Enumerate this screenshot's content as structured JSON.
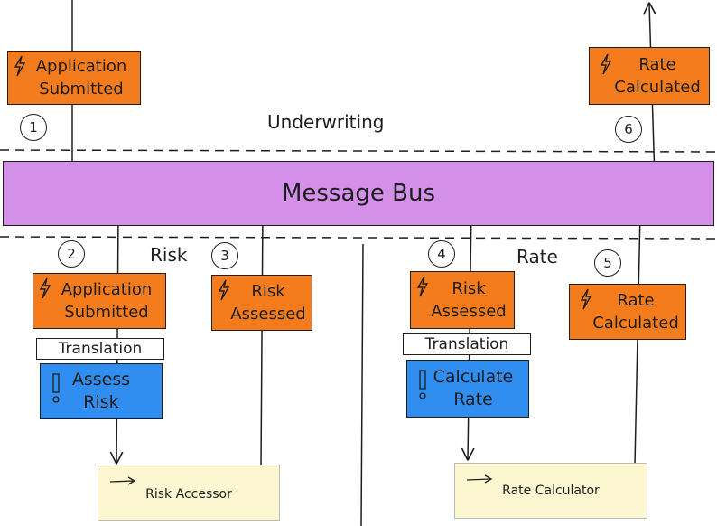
{
  "context_label": "Underwriting",
  "message_bus": "Message Bus",
  "risk_label": "Risk",
  "rate_label": "Rate",
  "steps": [
    "1",
    "2",
    "3",
    "4",
    "5",
    "6"
  ],
  "events": {
    "app_submitted_top": {
      "line1": "Application",
      "line2": "Submitted"
    },
    "rate_calculated_top": {
      "line1": "Rate",
      "line2": "Calculated"
    },
    "app_submitted_risk": {
      "line1": "Application",
      "line2": "Submitted"
    },
    "risk_assessed_risk": {
      "line1": "Risk",
      "line2": "Assessed"
    },
    "risk_assessed_rate": {
      "line1": "Risk",
      "line2": "Assessed"
    },
    "rate_calculated_rate": {
      "line1": "Rate",
      "line2": "Calculated"
    }
  },
  "translation": "Translation",
  "commands": {
    "assess_risk": {
      "line1": "Assess",
      "line2": "Risk"
    },
    "calculate_rate": {
      "line1": "Calculate",
      "line2": "Rate"
    }
  },
  "services": {
    "risk": "Risk Accessor",
    "rate": "Rate Calculator"
  },
  "colors": {
    "event": "#f57c1c",
    "command": "#2f8ef0",
    "bus": "#d48fe8",
    "service": "#fcf7d0"
  }
}
